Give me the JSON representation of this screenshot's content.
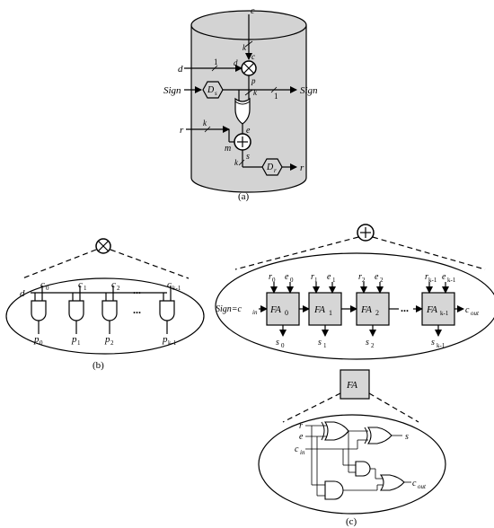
{
  "panel_a": {
    "caption": "(a)",
    "labels": {
      "c_in": "c",
      "k_top": "k",
      "c_mult": "c",
      "d": "d",
      "one_d": "1",
      "d_mult": "d",
      "p": "p",
      "sign_in": "Sign",
      "ds_main": "D",
      "ds_sub": "s",
      "k_mid": "k",
      "one_sign": "1",
      "sign_out": "Sign",
      "r": "r",
      "k_r": "k",
      "e": "e",
      "m": "m",
      "s": "s",
      "k_s": "k",
      "dr_main": "D",
      "dr_sub": "r",
      "r_out": "r"
    }
  },
  "panel_b": {
    "caption": "(b)",
    "labels": {
      "d": "d",
      "c0": "c",
      "c0_sub": "0",
      "c1": "c",
      "c1_sub": "1",
      "c2": "c",
      "c2_sub": "2",
      "ck": "c",
      "ck_sub": "k-1",
      "dots_top": "...",
      "dots_mid": "...",
      "p0": "p",
      "p0_sub": "0",
      "p1": "p",
      "p1_sub": "1",
      "p2": "p",
      "p2_sub": "2",
      "pk": "p",
      "pk_sub": "k-1"
    }
  },
  "panel_adder": {
    "labels": {
      "sign_cin": "Sign=c",
      "sign_cin_sub": "in",
      "fa0": "FA",
      "fa0_sub": "0",
      "fa1": "FA",
      "fa1_sub": "1",
      "fa2": "FA",
      "fa2_sub": "2",
      "fak": "FA",
      "fak_sub": "k-1",
      "r0": "r",
      "r0_sub": "0",
      "e0": "e",
      "e0_sub": "0",
      "r1": "r",
      "r1_sub": "1",
      "e1": "e",
      "e1_sub": "1",
      "r2": "r",
      "r2_sub": "2",
      "e2": "e",
      "e2_sub": "2",
      "rk": "r",
      "rk_sub": "k-1",
      "ek": "e",
      "ek_sub": "k-1",
      "s0": "s",
      "s0_sub": "0",
      "s1": "s",
      "s1_sub": "1",
      "s2": "s",
      "s2_sub": "2",
      "sk": "s",
      "sk_sub": "k-1",
      "cout": "c",
      "cout_sub": "out",
      "dots": "..."
    }
  },
  "panel_c": {
    "caption": "(c)",
    "labels": {
      "fa_title": "FA",
      "r": "r",
      "e": "e",
      "cin": "c",
      "cin_sub": "in",
      "s": "s",
      "cout": "c",
      "cout_sub": "out"
    }
  },
  "colors": {
    "cylinder_fill": "#d3d3d3",
    "block_fill": "#d6d6d6",
    "line": "#000000"
  }
}
